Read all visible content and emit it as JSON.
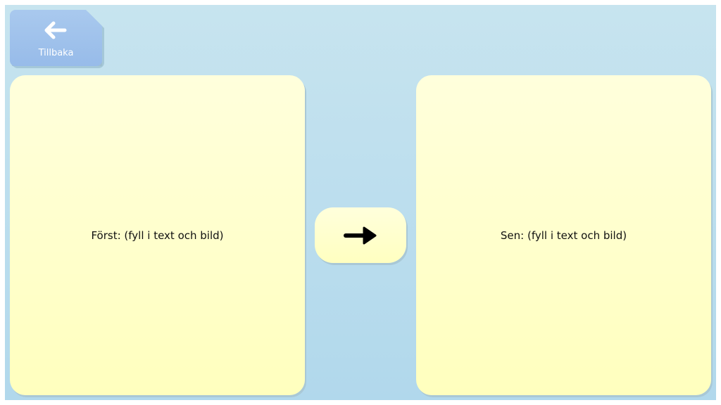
{
  "back_button": {
    "label": "Tillbaka",
    "icon": "arrow-left-icon"
  },
  "first_card": {
    "text": "Först: (fyll i text och bild)"
  },
  "arrow_button": {
    "icon": "arrow-right-icon"
  },
  "then_card": {
    "text": "Sen: (fyll i text och bild)"
  },
  "colors": {
    "background_top": "#c7e4ef",
    "background_bottom": "#b1d8ec",
    "card": "#ffffd0",
    "back_button": "#a1c3ec"
  }
}
